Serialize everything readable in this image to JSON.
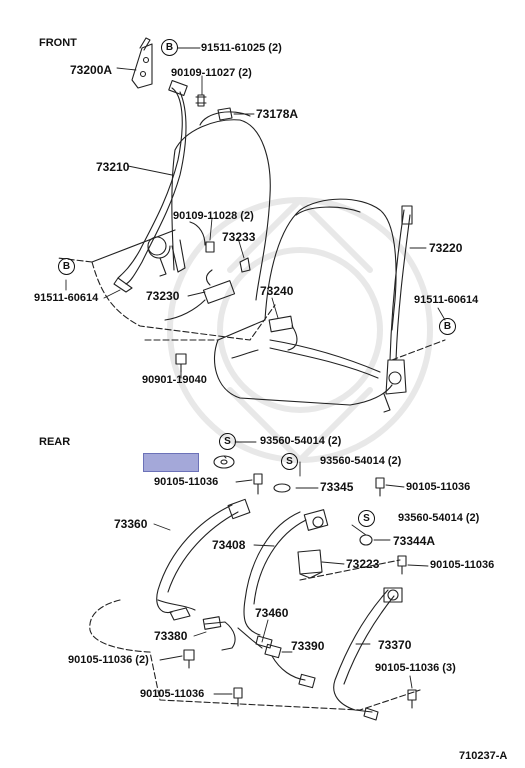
{
  "sections": {
    "front": "FRONT",
    "rear": "REAR"
  },
  "diagram_code": "710237-A",
  "symbols": {
    "b": "B",
    "s": "S"
  },
  "parts": {
    "p91511_61025": "91511-61025 (2)",
    "p73200A": "73200A",
    "p90109_11027": "90109-11027 (2)",
    "p73178A": "73178A",
    "p73210": "73210",
    "p90109_11028": "90109-11028 (2)",
    "p73233": "73233",
    "p91511_60614_left": "91511-60614",
    "p73230": "73230",
    "p73240": "73240",
    "p73220": "73220",
    "p91511_60614_right": "91511-60614",
    "p90901_19040": "90901-19040",
    "p93560_54014_a": "93560-54014 (2)",
    "p93560_54014_b": "93560-54014 (2)",
    "p90105_11036_a": "90105-11036",
    "p73345": "73345",
    "p90105_11036_b": "90105-11036",
    "p73360": "73360",
    "p93560_54014_c": "93560-54014 (2)",
    "p73344A": "73344A",
    "p73408": "73408",
    "p73223": "73223",
    "p90105_11036_c": "90105-11036",
    "p73460": "73460",
    "p73380": "73380",
    "p73390": "73390",
    "p73370": "73370",
    "p90105_11036_2": "90105-11036 (2)",
    "p90105_11036_3": "90105-11036 (3)",
    "p90105_11036_d": "90105-11036"
  },
  "highlight_color": "#a4a8d9"
}
